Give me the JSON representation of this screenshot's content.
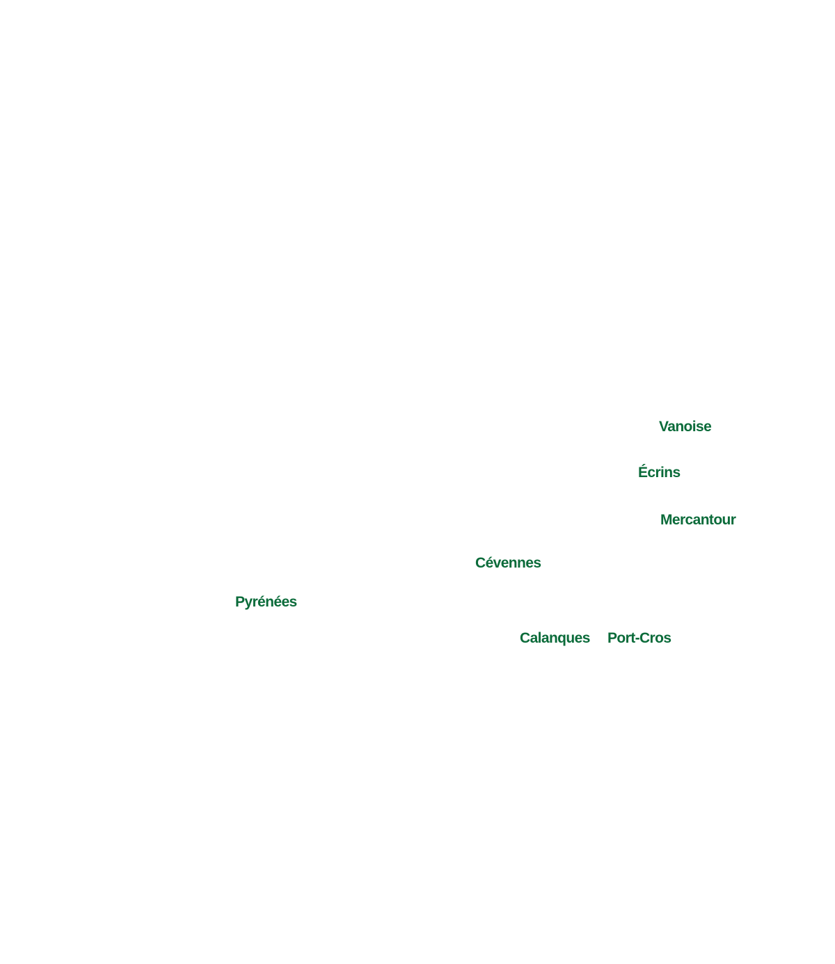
{
  "label_color": "#0b6b3a",
  "parks": [
    {
      "name": "Vanoise"
    },
    {
      "name": "Écrins"
    },
    {
      "name": "Mercantour"
    },
    {
      "name": "Cévennes"
    },
    {
      "name": "Pyrénées"
    },
    {
      "name": "Calanques"
    },
    {
      "name": "Port-Cros"
    }
  ]
}
